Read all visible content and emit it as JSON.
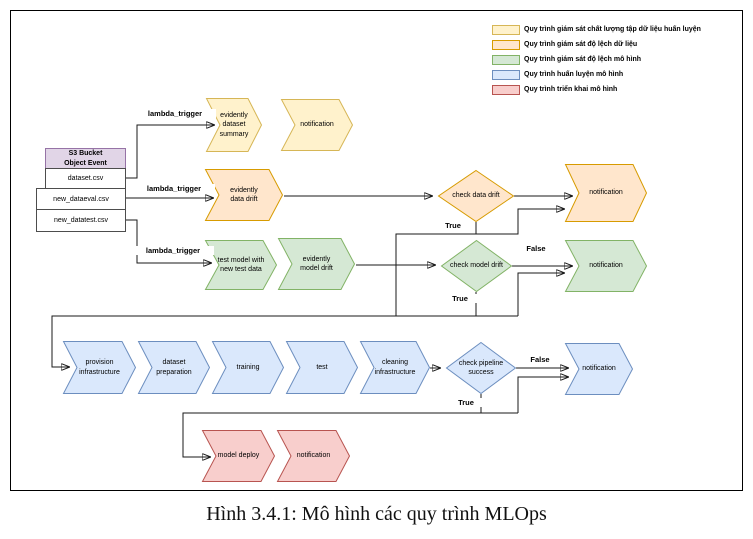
{
  "legend": {
    "items": [
      {
        "label": "Quy trình giám sát chất lượng tập dữ liệu huấn luyện",
        "fill": "#FFF2CC",
        "border": "#D6B656"
      },
      {
        "label": "Quy trình giám sát độ lệch dữ liệu",
        "fill": "#FFE6CC",
        "border": "#D79B00"
      },
      {
        "label": "Quy trình giám sát độ lệch mô hình",
        "fill": "#D5E8D4",
        "border": "#82B366"
      },
      {
        "label": "Quy trình huấn luyện mô hình",
        "fill": "#DAE8FC",
        "border": "#6C8EBF"
      },
      {
        "label": "Quy trình triển khai mô hình",
        "fill": "#F8CECC",
        "border": "#B85450"
      }
    ]
  },
  "s3_event": {
    "title": "S3 Bucket\nObject Event",
    "rows": [
      "dataset.csv",
      "new_dataeval.csv",
      "new_datatest.csv"
    ]
  },
  "nodes": {
    "evidently_dataset_summary": "evidently\ndataset\nsummary",
    "notification_yellow": "notification",
    "evidently_data_drift": "evidently\ndata drift",
    "check_data_drift": "check data drift",
    "notification_orange": "notification",
    "test_model": "test model with\nnew test data",
    "evidently_model_drift": "evidently\nmodel drift",
    "check_model_drift": "check model drift",
    "notification_green": "notification",
    "provision_infrastructure": "provision\ninfrastructure",
    "dataset_preparation": "dataset\npreparation",
    "training": "training",
    "test": "test",
    "cleaning_infrastructure": "cleaning\ninfrastructure",
    "check_pipeline_success": "check pipeline\nsuccess",
    "notification_blue": "notification",
    "model_deploy": "model deploy",
    "notification_red": "notification"
  },
  "edges": {
    "lambda_trigger": "lambda_trigger",
    "true_label": "True",
    "false_label": "False"
  },
  "caption": "Hình 3.4.1: Mô hình các quy trình MLOps"
}
